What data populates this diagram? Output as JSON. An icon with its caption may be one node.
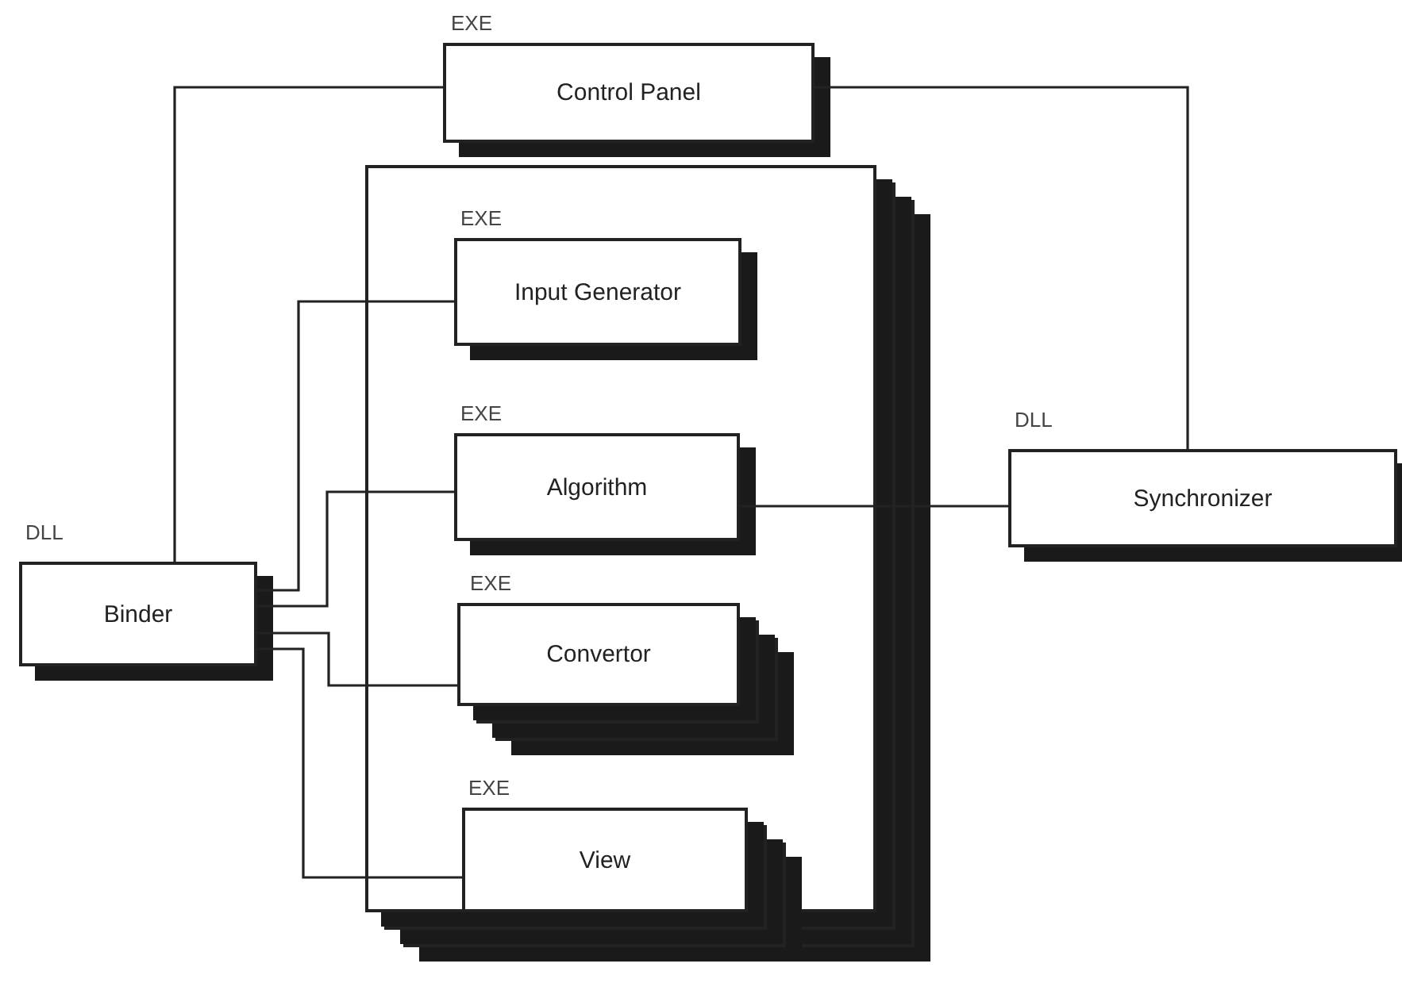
{
  "diagram": {
    "nodes": [
      {
        "text": [
          "Control Panel"
        ],
        "beside": [
          "EXE"
        ]
      },
      {
        "text": [],
        "shape": "box"
      },
      {
        "text": [
          "Input Generator"
        ],
        "in": 1,
        "beside": [
          "EXE"
        ]
      },
      {
        "text": [
          "Algorithm"
        ],
        "in": 1,
        "beside": [
          "EXE"
        ]
      },
      {
        "text": [
          "Convertor"
        ],
        "in": 1,
        "beside": [
          "EXE"
        ]
      },
      {
        "text": [
          "View"
        ],
        "in": 1,
        "beside": [
          "EXE"
        ]
      },
      {
        "text": [
          "Binder"
        ],
        "beside": [
          "DLL"
        ]
      },
      {
        "text": [
          "Synchronizer"
        ],
        "beside": [
          "DLL"
        ]
      }
    ],
    "edges": [
      {
        "from": 6,
        "to": 0,
        "arrow": "none"
      },
      {
        "from": 0,
        "to": 7,
        "arrow": "none"
      },
      {
        "from": 6,
        "to": 2,
        "arrow": "none"
      },
      {
        "from": 6,
        "to": 3,
        "arrow": "none"
      },
      {
        "from": 6,
        "to": 4,
        "arrow": "none"
      },
      {
        "from": 6,
        "to": 5,
        "arrow": "none"
      },
      {
        "from": 3,
        "to": 7,
        "arrow": "none"
      }
    ]
  }
}
